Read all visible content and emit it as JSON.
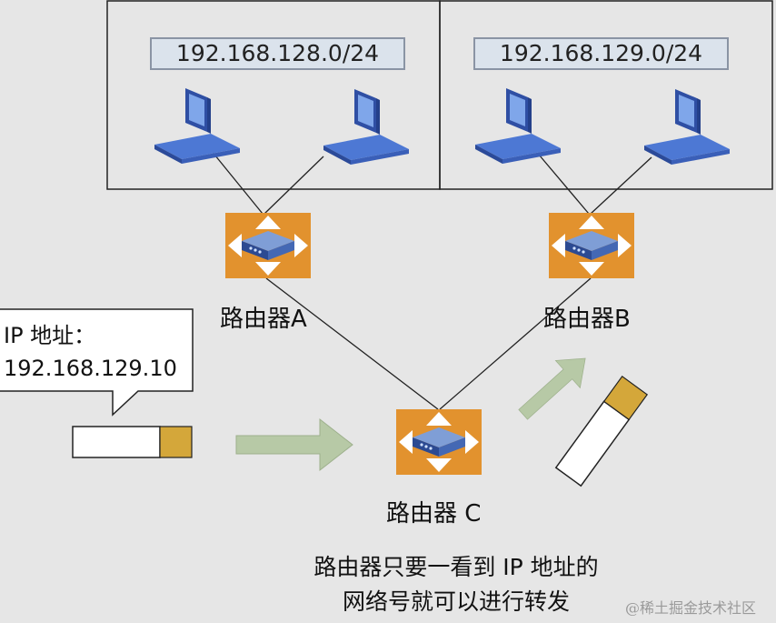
{
  "subnets": [
    {
      "label": "192.168.128.0/24"
    },
    {
      "label": "192.168.129.0/24"
    }
  ],
  "routers": [
    {
      "name": "路由器A"
    },
    {
      "name": "路由器B"
    },
    {
      "name": "路由器 C"
    }
  ],
  "packet_note": {
    "line1": "IP 地址：",
    "line2": "192.168.129.10"
  },
  "caption": {
    "line1": "路由器只要一看到 IP 地址的",
    "line2": "网络号就可以进行转发"
  },
  "watermark": "@稀土掘金技术社区",
  "colors": {
    "background": "#e6e6e6",
    "router_orange": "#e2922e",
    "router_device": "#4468b4",
    "laptop_blue": "#3f63c0",
    "arrow_green": "#b7c9a6",
    "packet_header": "#d4a73a"
  },
  "icons": [
    "laptop-icon",
    "router-icon",
    "arrow-icon",
    "packet-icon"
  ]
}
